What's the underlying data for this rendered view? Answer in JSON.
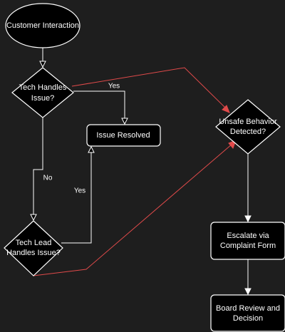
{
  "diagram": {
    "background": "#1e1e1e",
    "node_fill": "#000000",
    "node_stroke": "#ffffff",
    "risk_edge_color": "#e04a4a",
    "nodes": {
      "customer_interaction": "Customer Interaction",
      "tech_handles_issue": [
        "Tech Handles",
        "Issue?"
      ],
      "issue_resolved": "Issue Resolved",
      "tech_lead_handles_issue": [
        "Tech Lead",
        "Handles Issue?"
      ],
      "unsafe_behavior_detected": [
        "Unsafe Behavior",
        "Detected?"
      ],
      "escalate_via_complaint_form": [
        "Escalate via",
        "Complaint Form"
      ],
      "board_review_and_decision": [
        "Board Review and",
        "Decision"
      ]
    },
    "edge_labels": {
      "tech_yes": "Yes",
      "tech_no": "No",
      "lead_yes": "Yes"
    }
  }
}
